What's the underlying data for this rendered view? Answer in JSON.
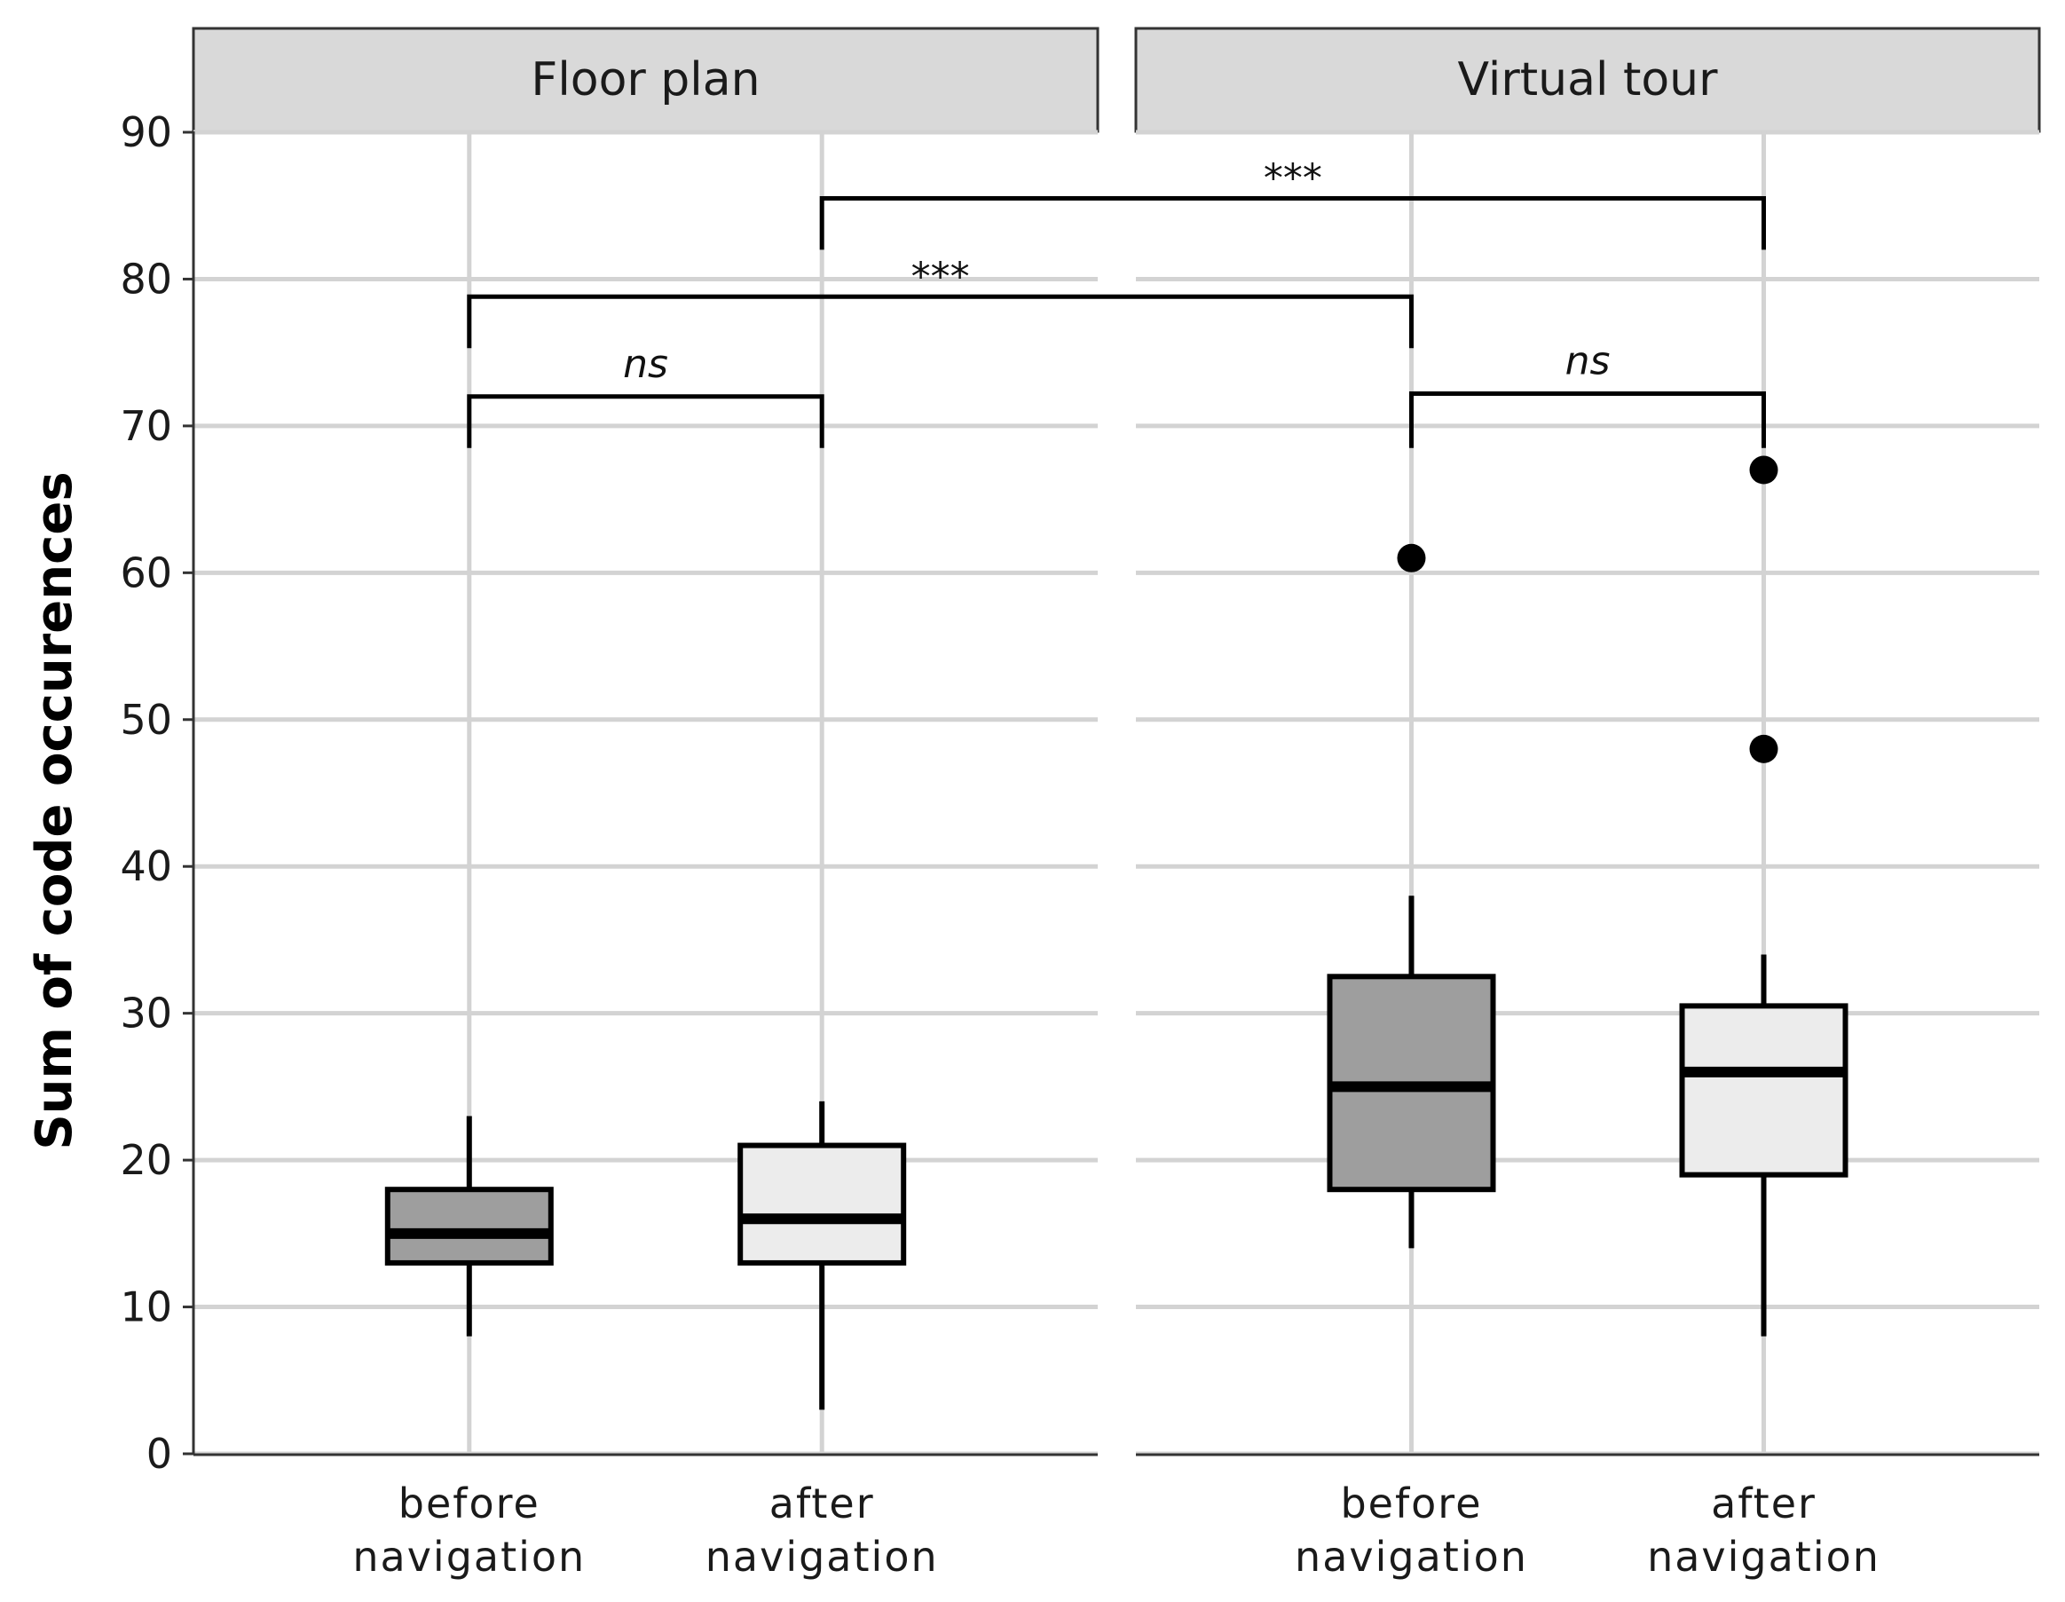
{
  "chart_data": {
    "type": "boxplot",
    "ylabel": "Sum of code occurences",
    "ylim": [
      0,
      90
    ],
    "yticks": [
      0,
      10,
      20,
      30,
      40,
      50,
      60,
      70,
      80,
      90
    ],
    "grid": true,
    "categories": [
      "before\nnavigation",
      "after\nnavigation"
    ],
    "category_lines": [
      [
        "before",
        "navigation"
      ],
      [
        "after",
        "navigation"
      ]
    ],
    "colors": {
      "before": "#9e9e9e",
      "after": "#ececec"
    },
    "panels": [
      {
        "title": "Floor plan",
        "boxes": [
          {
            "category": "before",
            "whisker_low": 8,
            "q1": 13,
            "median": 15,
            "q3": 18,
            "whisker_high": 23,
            "outliers": []
          },
          {
            "category": "after",
            "whisker_low": 3,
            "q1": 13,
            "median": 16,
            "q3": 21,
            "whisker_high": 24,
            "outliers": []
          }
        ]
      },
      {
        "title": "Virtual tour",
        "boxes": [
          {
            "category": "before",
            "whisker_low": 14,
            "q1": 18,
            "median": 25,
            "q3": 32.5,
            "whisker_high": 38,
            "outliers": [
              61
            ]
          },
          {
            "category": "after",
            "whisker_low": 8,
            "q1": 19,
            "median": 26,
            "q3": 30.5,
            "whisker_high": 34,
            "outliers": [
              48,
              67
            ]
          }
        ]
      }
    ],
    "comparisons": [
      {
        "from": [
          0,
          0
        ],
        "to": [
          0,
          1
        ],
        "y": 72,
        "tick_bottom": 68.5,
        "label": "ns"
      },
      {
        "from": [
          1,
          0
        ],
        "to": [
          1,
          1
        ],
        "y": 72.2,
        "tick_bottom": 68.5,
        "label": "ns"
      },
      {
        "from": [
          0,
          0
        ],
        "to": [
          1,
          0
        ],
        "y": 78.8,
        "tick_bottom": 75.3,
        "label": "***"
      },
      {
        "from": [
          0,
          1
        ],
        "to": [
          1,
          1
        ],
        "y": 85.5,
        "tick_bottom": 82,
        "label": "***"
      }
    ]
  }
}
